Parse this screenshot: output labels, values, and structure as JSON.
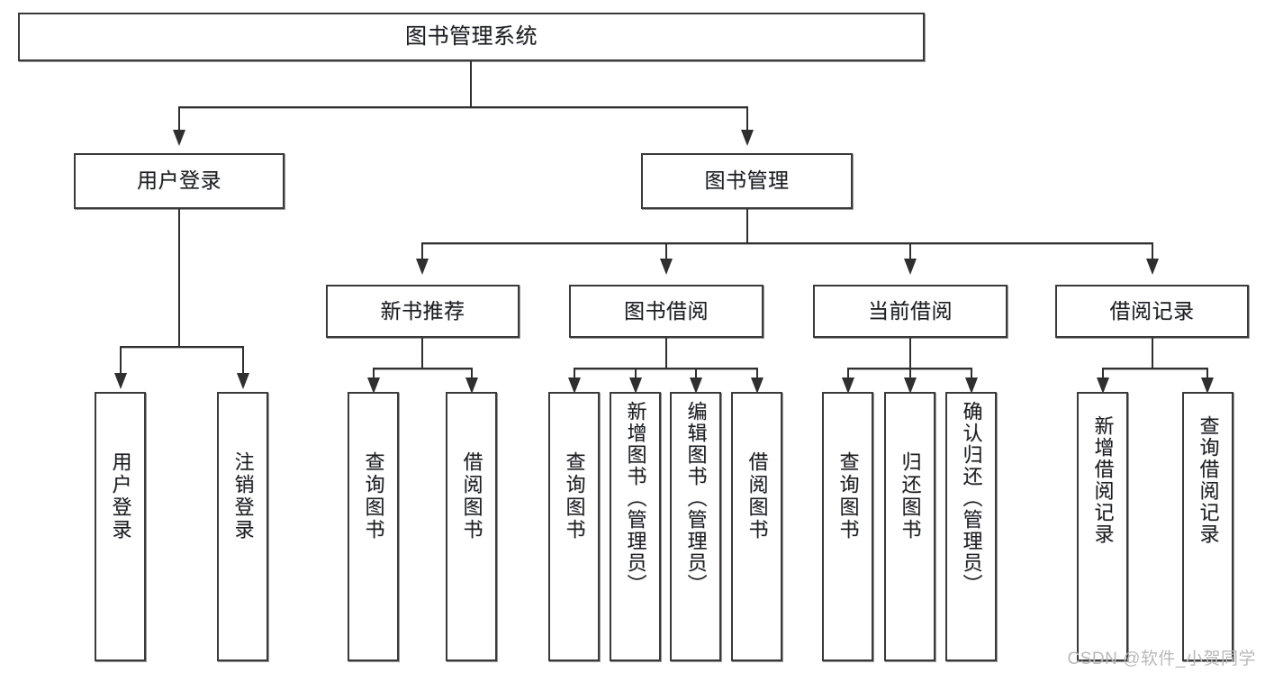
{
  "diagram": {
    "type": "tree-hierarchy-chart",
    "title": "图书管理系统",
    "watermark": "CSDN @软件_小贺同学",
    "colors": {
      "box_border": "#3a3a3a",
      "connector": "#2f2f2f",
      "background": "#ffffff",
      "text": "#1e1e1e",
      "watermark": "#b9b9b9"
    },
    "levels": {
      "level1": [
        {
          "id": "root",
          "label": "图书管理系统"
        }
      ],
      "level2": [
        {
          "id": "user-login",
          "label": "用户登录",
          "parent": "root"
        },
        {
          "id": "book-manage",
          "label": "图书管理",
          "parent": "root"
        }
      ],
      "level3": [
        {
          "id": "new-book-recommend",
          "label": "新书推荐",
          "parent": "book-manage"
        },
        {
          "id": "book-borrow",
          "label": "图书借阅",
          "parent": "book-manage"
        },
        {
          "id": "current-borrow",
          "label": "当前借阅",
          "parent": "book-manage"
        },
        {
          "id": "borrow-record",
          "label": "借阅记录",
          "parent": "book-manage"
        }
      ],
      "leaves": [
        {
          "id": "leaf-user-login",
          "label": "用户登录",
          "parent": "user-login"
        },
        {
          "id": "leaf-user-logout",
          "label": "注销登录",
          "parent": "user-login"
        },
        {
          "id": "leaf-query-book-1",
          "label": "查询图书",
          "parent": "new-book-recommend"
        },
        {
          "id": "leaf-borrow-book-1",
          "label": "借阅图书",
          "parent": "new-book-recommend"
        },
        {
          "id": "leaf-query-book-2",
          "label": "查询图书",
          "parent": "book-borrow"
        },
        {
          "id": "leaf-add-book",
          "label": "新增图书（管理员）",
          "parent": "book-borrow"
        },
        {
          "id": "leaf-edit-book",
          "label": "编辑图书（管理员）",
          "parent": "book-borrow"
        },
        {
          "id": "leaf-borrow-book-2",
          "label": "借阅图书",
          "parent": "book-borrow"
        },
        {
          "id": "leaf-query-book-3",
          "label": "查询图书",
          "parent": "current-borrow"
        },
        {
          "id": "leaf-return-book",
          "label": "归还图书",
          "parent": "current-borrow"
        },
        {
          "id": "leaf-confirm-return",
          "label": "确认归还（管理员）",
          "parent": "current-borrow"
        },
        {
          "id": "leaf-add-record",
          "label": "新增借阅记录",
          "parent": "borrow-record"
        },
        {
          "id": "leaf-query-record",
          "label": "查询借阅记录",
          "parent": "borrow-record"
        }
      ]
    }
  }
}
